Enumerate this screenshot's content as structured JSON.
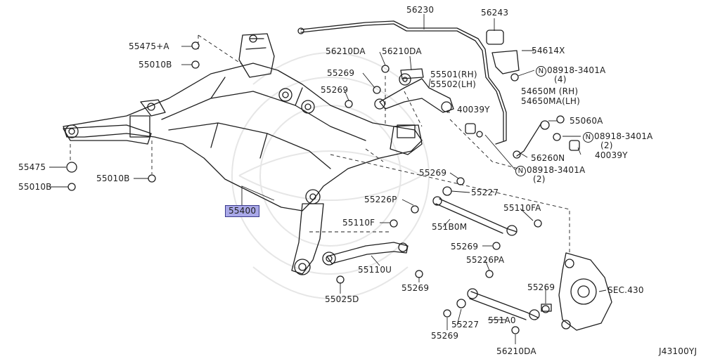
{
  "diagram": {
    "code": "J43100YJ",
    "parts": {
      "p56230": "56230",
      "p56243": "56243",
      "p55475A": "55475+A",
      "p55010B_top": "55010B",
      "p56210DA_l": "56210DA",
      "p56210DA_r": "56210DA",
      "p54614X": "54614X",
      "p08918_top": "08918-3401A",
      "p08918_top_qty": "(4)",
      "p55269_a": "55269",
      "p55501": "55501(RH)",
      "p55502": "55502(LH)",
      "p55269_b": "55269",
      "p54650M": "54650M (RH)",
      "p54650MA": "54650MA(LH)",
      "p40039Y_l": "40039Y",
      "p55060A": "55060A",
      "p08918_mid": "08918-3401A",
      "p08918_mid_qty": "(2)",
      "p40039Y_r": "40039Y",
      "p56260N": "56260N",
      "p08918_bot": "08918-3401A",
      "p08918_bot_qty": "(2)",
      "p55475": "55475",
      "p55010B_mid": "55010B",
      "p55010B_bot": "55010B",
      "p55269_c": "55269",
      "p55227_top": "55227",
      "p55400": "55400",
      "p55226P": "55226P",
      "p55110FA": "55110FA",
      "p551B0M": "551B0M",
      "p55110F": "55110F",
      "p55269_d": "55269",
      "p55226PA": "55226PA",
      "p55110U": "55110U",
      "p55269_e": "55269",
      "p55025D": "55025D",
      "p55269_f": "55269",
      "pSEC430": "SEC.430",
      "p551A0": "551A0",
      "p55227_bot": "55227",
      "p55269_g": "55269",
      "p56210DA_bot": "56210DA",
      "circle_mark": "N"
    }
  },
  "colors": {
    "line": "#1e1e1e",
    "highlight": "#a9a8e8",
    "watermark": "#e6e6e6"
  }
}
